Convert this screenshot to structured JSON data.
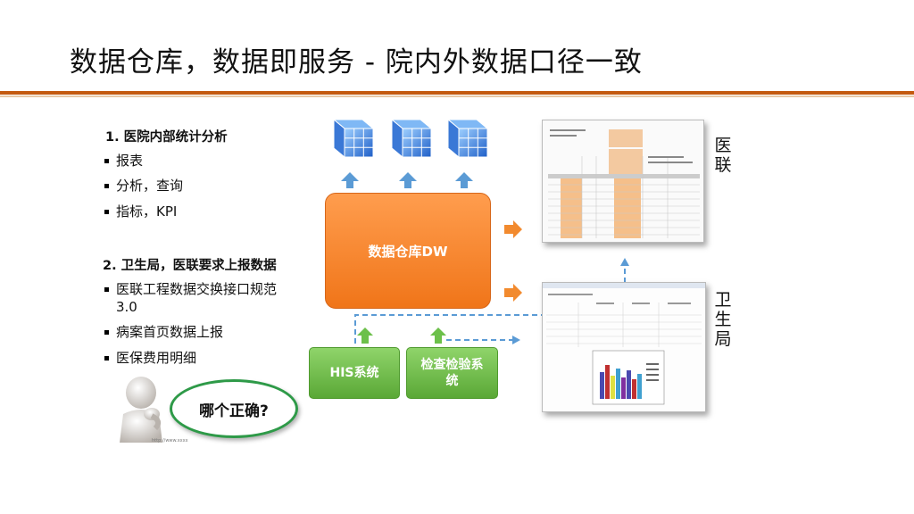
{
  "title": "数据仓库，数据即服务 - 院内外数据口径一致",
  "section1": {
    "heading": "1. 医院内部统计分析",
    "bullets": [
      "报表",
      "分析，查询",
      "指标，KPI"
    ]
  },
  "section2": {
    "heading": "2. 卫生局，医联要求上报数据",
    "bullets": [
      "医联工程数据交换接口规范",
      "3.0",
      "病案首页数据上报",
      "医保费用明细"
    ]
  },
  "diagram": {
    "dw_label": "数据仓库DW",
    "his_label": "HIS系统",
    "lab_label_line1": "检查检验系",
    "lab_label_line2": "统",
    "yilian_label": [
      "医",
      "联"
    ],
    "weishengju_label": [
      "卫",
      "生",
      "局"
    ]
  },
  "bubble_text": "哪个正确?",
  "tiny_caption": "http://www.xxxx",
  "colors": {
    "orange": "#f07519",
    "green": "#5aa836",
    "blue": "#5b9bd5",
    "rule": "#c45a10",
    "bubble_border": "#2e9a48"
  },
  "icons": [
    "data-cube-icon",
    "up-arrow-icon",
    "right-arrow-icon",
    "spreadsheet-icon",
    "report-chart-icon",
    "thinking-person-icon"
  ]
}
